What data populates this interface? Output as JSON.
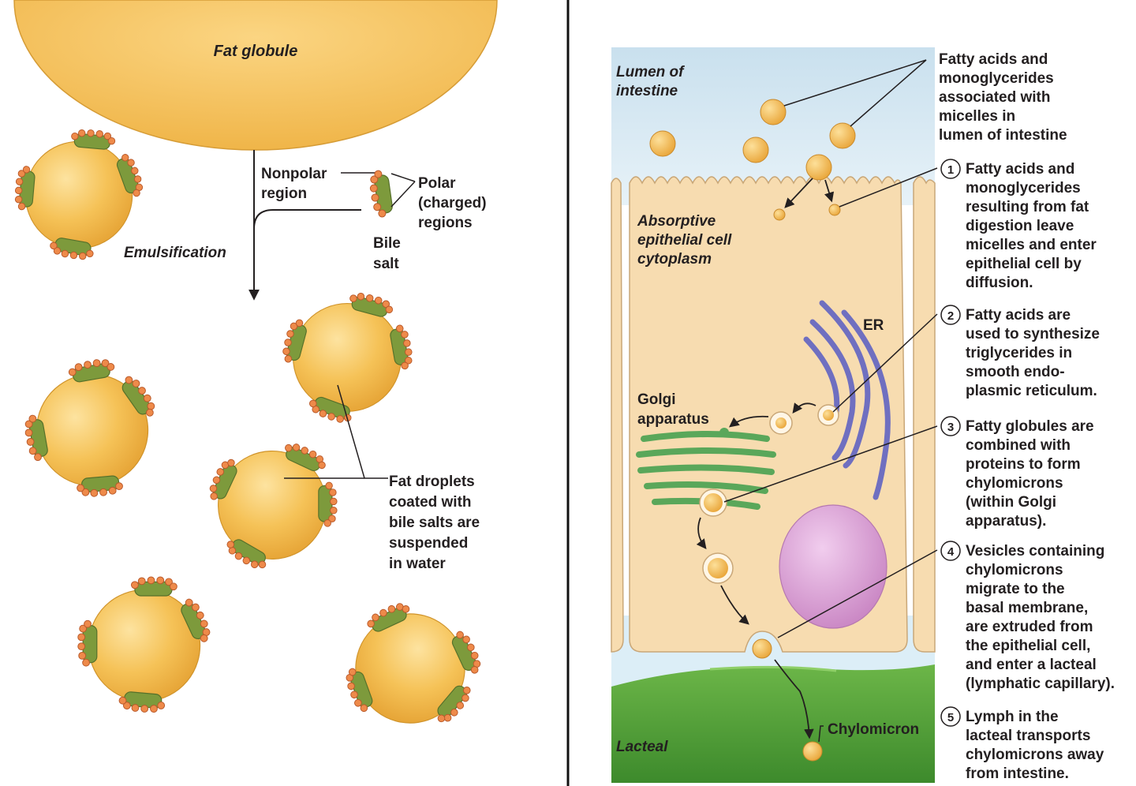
{
  "left": {
    "fat_globule": "Fat globule",
    "nonpolar": [
      "Nonpolar",
      "region"
    ],
    "polar": [
      "Polar",
      "(charged)",
      "regions"
    ],
    "bile_salt": [
      "Bile",
      "salt"
    ],
    "emulsification": "Emulsification",
    "fat_droplets": [
      "Fat droplets",
      "coated with",
      "bile salts are",
      "suspended",
      "in water"
    ]
  },
  "right": {
    "lumen": [
      "Lumen of",
      "intestine"
    ],
    "micelles": [
      "Fatty acids and",
      "monoglycerides",
      "associated with",
      "micelles in",
      "lumen of intestine"
    ],
    "cytoplasm": [
      "Absorptive",
      "epithelial cell",
      "cytoplasm"
    ],
    "er": "ER",
    "golgi": [
      "Golgi",
      "apparatus"
    ],
    "lacteal": "Lacteal",
    "chylomicron": "Chylomicron",
    "steps": [
      {
        "num": "1",
        "lines": [
          "Fatty acids and",
          "monoglycerides",
          "resulting from fat",
          "digestion leave",
          "micelles and enter",
          "epithelial cell by",
          "diffusion."
        ]
      },
      {
        "num": "2",
        "lines": [
          "Fatty acids are",
          "used to synthesize",
          "triglycerides in",
          "smooth endo-",
          "plasmic reticulum."
        ]
      },
      {
        "num": "3",
        "lines": [
          "Fatty globules are",
          "combined with",
          "proteins to form",
          "chylomicrons",
          "(within Golgi",
          "apparatus)."
        ]
      },
      {
        "num": "4",
        "lines": [
          "Vesicles containing",
          "chylomicrons",
          "migrate to the",
          "basal membrane,",
          "are extruded from",
          "the epithelial cell,",
          "and enter a lacteal",
          "(lymphatic capillary)."
        ]
      },
      {
        "num": "5",
        "lines": [
          "Lymph in the",
          "lacteal transports",
          "chylomicrons away",
          "from intestine."
        ]
      }
    ]
  },
  "colors": {
    "droplet": "#f2b845",
    "bile_green": "#7d9a3c",
    "bile_head": "#ee8a4a",
    "lumen": "#d9ebf5",
    "cell": "#f7dcb0",
    "lacteal": "#5fa83e",
    "er": "#6f6fc0",
    "golgi": "#5aa75a",
    "nucleus": "#d79ed2"
  }
}
